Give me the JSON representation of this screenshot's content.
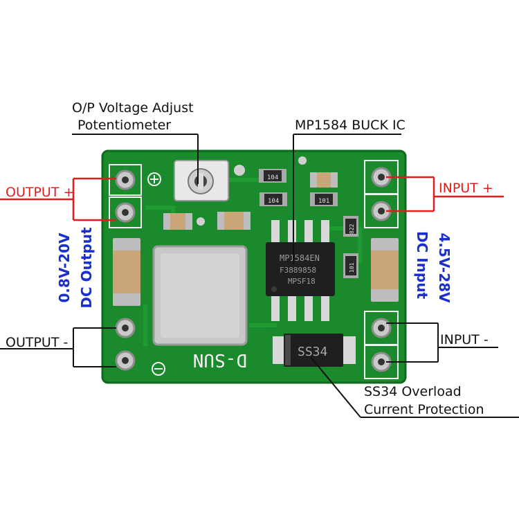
{
  "colors": {
    "board": "#1b8a2c",
    "board_edge": "#106a1e",
    "silkscreen": "#f2f2f2",
    "output_line": "#e41b1b",
    "input_line": "#e41b1b",
    "annotation_blue": "#1a2fd0",
    "callout_line": "#111111"
  },
  "labels": {
    "pot_line1": "O/P Voltage Adjust",
    "pot_line2": "Potentiometer",
    "ic_label": "MP1584 BUCK IC",
    "output_plus": "OUTPUT +",
    "output_minus": "OUTPUT -",
    "input_plus": "INPUT +",
    "input_minus": "INPUT -",
    "output_range": "0.8V-20V",
    "output_name": "DC Output",
    "input_range": "4.5V-28V",
    "input_name": "DC Input",
    "diode_line1": "SS34 Overload",
    "diode_line2": "Current Protection"
  },
  "board_markings": {
    "brand": "D-SUN",
    "ic_line1": "MP1584EN",
    "ic_line2": "F3889858",
    "ic_line3": "MPSF18",
    "diode": "SS34",
    "res_a": "104",
    "res_b": "104",
    "res_c": "101",
    "res_d": "822",
    "res_e": "101"
  }
}
